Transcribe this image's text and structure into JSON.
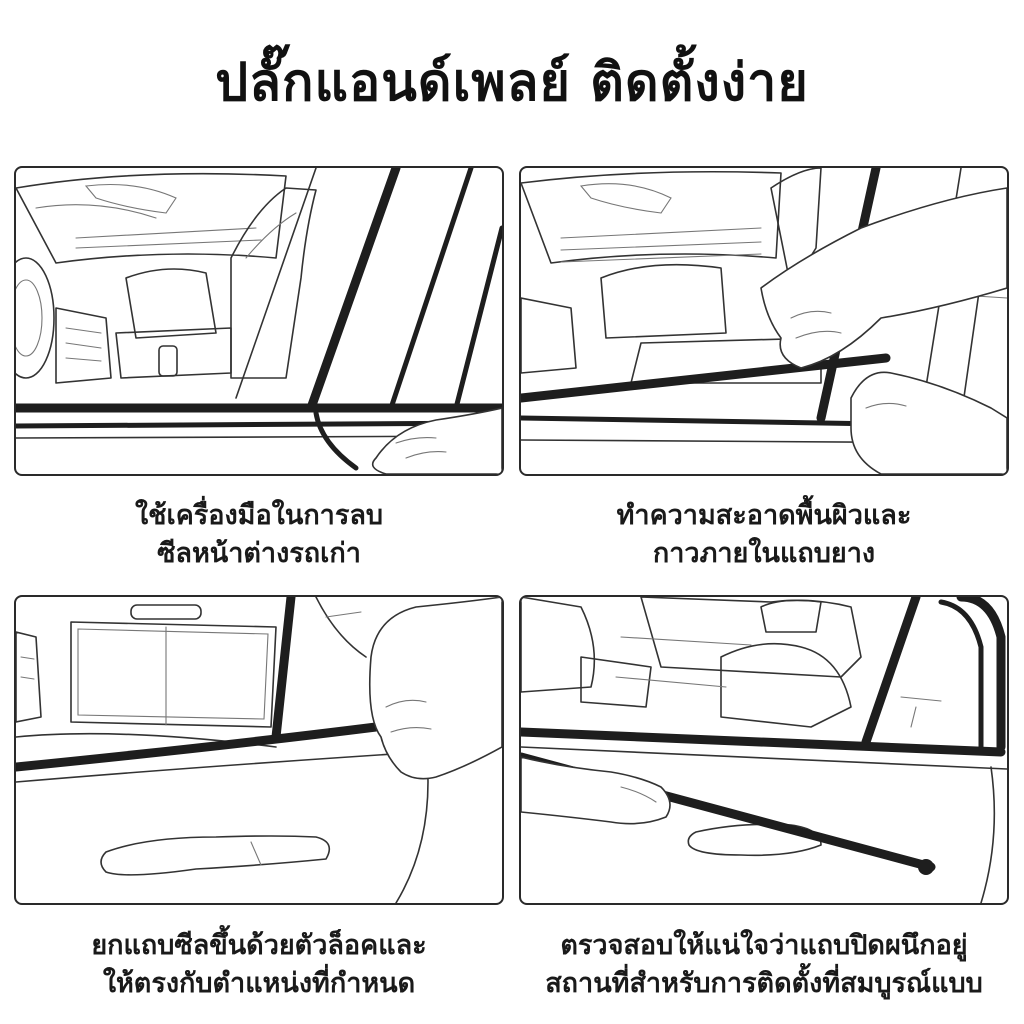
{
  "title": "ปลั๊กแอนด์เพลย์ ติดตั้งง่าย",
  "steps": [
    {
      "line1": "ใช้เครื่องมือในการลบ",
      "line2": "ซีลหน้าต่างรถเก่า"
    },
    {
      "line1": "ทำความสะอาดพื้นผิวและ",
      "line2": "กาวภายในแถบยาง"
    },
    {
      "line1": "ยกแถบซีลขึ้นด้วยตัวล็อคและ",
      "line2": "ให้ตรงกับตำแหน่งที่กำหนด"
    },
    {
      "line1": "ตรวจสอบให้แน่ใจว่าแถบปิดผนึกอยู่",
      "line2": "สถานที่สำหรับการติดตั้งที่สมบูรณ์แบบ"
    }
  ],
  "illustrations": [
    "car-interior-seal-removal-illustration",
    "car-door-seal-cleaning-illustration",
    "car-door-seal-alignment-illustration",
    "car-door-seal-finished-illustration"
  ]
}
